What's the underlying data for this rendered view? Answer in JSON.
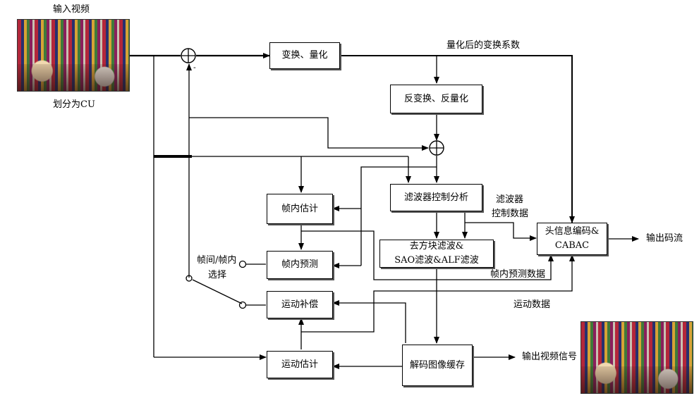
{
  "blocks": {
    "transform_quant": "变换、量化",
    "inv_transform_quant": "反变换、反量化",
    "filter_ctrl": "滤波器控制分析",
    "intra_est": "帧内估计",
    "intra_pred": "帧内预测",
    "deblock_line1": "去方块滤波&",
    "deblock_line2": "SAO滤波&ALF滤波",
    "header_line1": "头信息编码&",
    "header_line2": "CABAC",
    "motion_comp": "运动补偿",
    "motion_est": "运动估计",
    "dpb": "解码图像缓存"
  },
  "labels": {
    "input_video": "输入视频",
    "split_cu": "划分为CU",
    "quant_coeff": "量化后的变换系数",
    "filter_data_1": "滤波器",
    "filter_data_2": "控制数据",
    "output_stream": "输出码流",
    "inter_intra_1": "帧间/帧内",
    "inter_intra_2": "选择",
    "intra_pred_data": "帧内预测数据",
    "motion_data": "运动数据",
    "output_signal": "输出视频信号",
    "minus": "-"
  }
}
